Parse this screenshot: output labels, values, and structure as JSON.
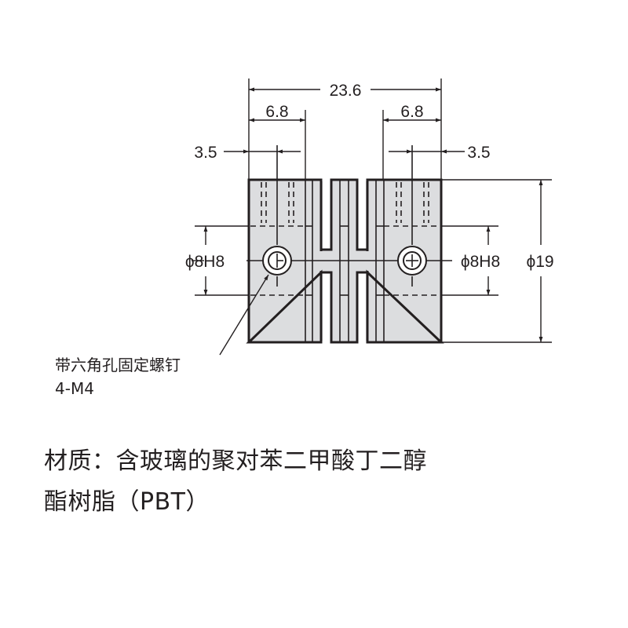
{
  "dimensions": {
    "overall_length": "23.6",
    "hub_length_left": "6.8",
    "hub_length_right": "6.8",
    "screw_offset_left": "3.5",
    "screw_offset_right": "3.5",
    "bore_left": "ϕ8H8",
    "bore_right": "ϕ8H8",
    "outer_diameter": "ϕ19"
  },
  "annotations": {
    "set_screw_line1": "带六角孔固定螺钉",
    "set_screw_line2": "4-M4"
  },
  "material": {
    "line1": "材质：含玻璃的聚对苯二甲酸丁二醇",
    "line2": "酯树脂（PBT）"
  },
  "colors": {
    "body_fill": "#dcdddf",
    "outline": "#231f20"
  }
}
